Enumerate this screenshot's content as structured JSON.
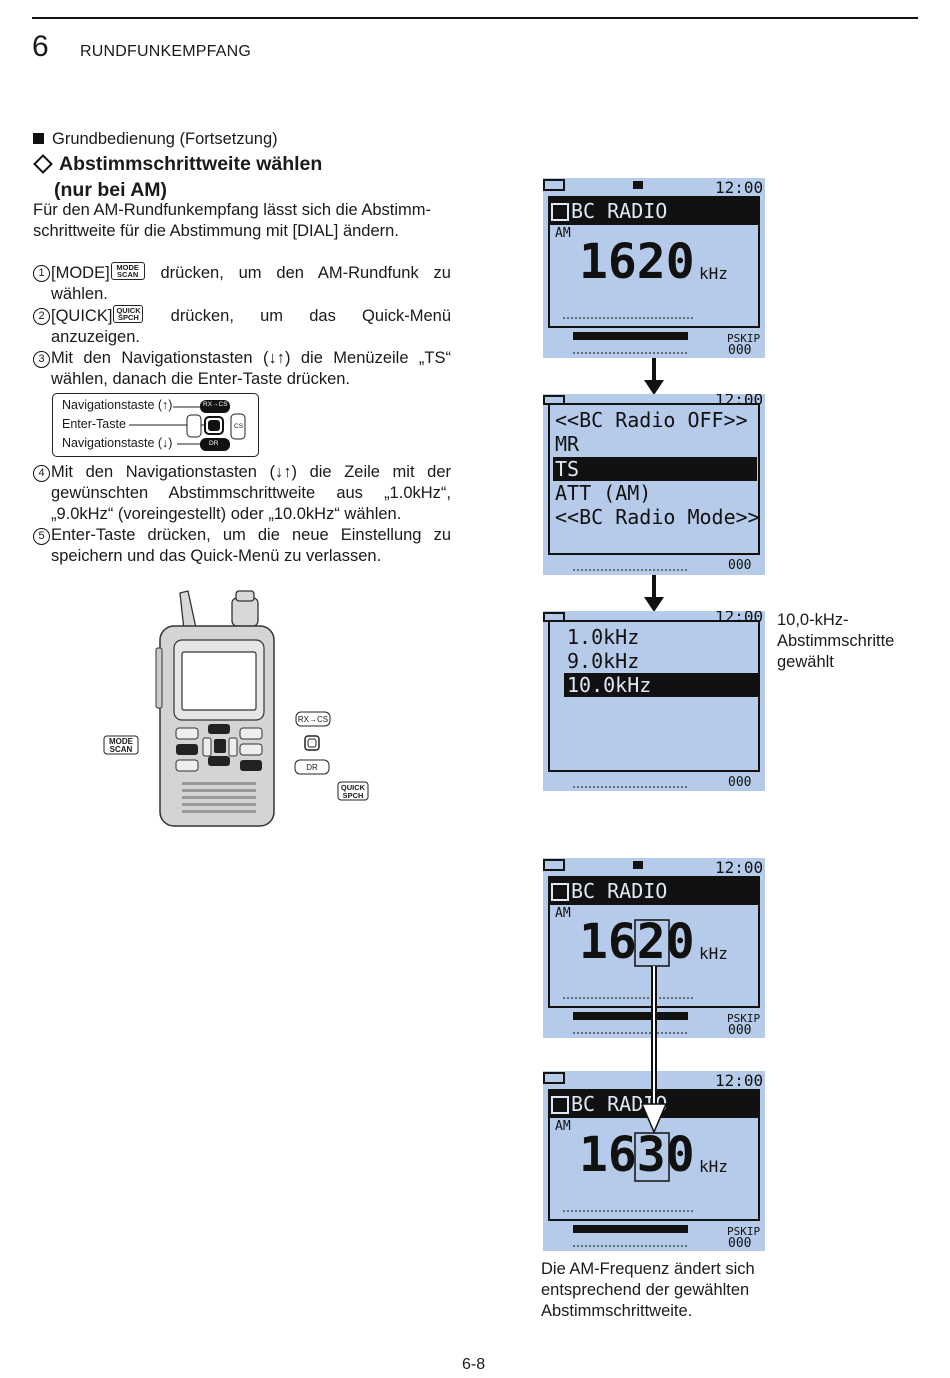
{
  "header": {
    "chapter_number": "6",
    "chapter_title": "RUNDFUNKEMPFANG"
  },
  "section": {
    "subtitle": "Grundbedienung (Fortsetzung)",
    "heading_line1": "Abstimmschrittweite wählen",
    "heading_line2": "(nur bei AM)",
    "intro": "Für den AM-Rundfunkempfang lässt sich die Abstimm­schrittweite für die Abstimmung mit [DIAL] ändern."
  },
  "steps": [
    {
      "num": "1",
      "pre": "[MODE]",
      "key": "MODE SCAN",
      "text": " drücken, um den AM-Rundfunk zu wählen."
    },
    {
      "num": "2",
      "pre": "[QUICK]",
      "key": "QUICK SPCH",
      "text": " drücken, um das Quick-Menü anzuzeigen."
    },
    {
      "num": "3",
      "text": "Mit den Navigationstasten (↓↑) die Menüzeile „TS“ wählen, danach die Enter-Taste drücken."
    },
    {
      "num": "4",
      "text": "Mit den Navigationstasten (↓↑) die Zeile mit der gewünschten Abstimmschrittweite aus „1.0kHz“, „9.0kHz“ (voreingestellt) oder „10.0kHz“ wählen."
    },
    {
      "num": "5",
      "text": "Enter-Taste drücken, um die neue Einstellung zu speichern und das Quick-Menü zu verlassen."
    }
  ],
  "nav_box": {
    "up": "Navigationstaste (↑)",
    "enter": "Enter-Taste",
    "down": "Navigationstaste (↓)",
    "btn_rxcs": "RX→CS",
    "btn_cs": "CS",
    "btn_dr": "DR"
  },
  "radio_figure": {
    "mode_key": "MODE SCAN",
    "rxcs_key": "RX→CS",
    "dr_key": "DR",
    "quick_key": "QUICK SPCH"
  },
  "lcd1": {
    "clock": "12:00",
    "title": "BC RADIO",
    "mode": "AM",
    "freq": "1620",
    "unit": "kHz",
    "pskip": "PSKIP",
    "ch": "000"
  },
  "lcd2": {
    "clock": "12:00",
    "items": [
      "<<BC Radio OFF>>",
      "MR",
      "TS",
      "ATT (AM)",
      "<<BC Radio Mode>>"
    ],
    "selected": "TS",
    "ch": "000"
  },
  "lcd3": {
    "clock": "12:00",
    "items": [
      "1.0kHz",
      "9.0kHz",
      "10.0kHz"
    ],
    "selected": "10.0kHz",
    "ch": "000"
  },
  "lcd3_caption": [
    "10,0-kHz-",
    "Abstimmschritte",
    "gewählt"
  ],
  "lcd4": {
    "clock": "12:00",
    "title": "BC RADIO",
    "mode": "AM",
    "freq_a": "16",
    "freq_b": "2",
    "freq_c": "0",
    "unit": "kHz",
    "pskip": "PSKIP",
    "ch": "000"
  },
  "lcd5": {
    "clock": "12:00",
    "title": "BC RADIO",
    "mode": "AM",
    "freq_a": "16",
    "freq_b": "3",
    "freq_c": "0",
    "unit": "kHz",
    "pskip": "PSKIP",
    "ch": "000"
  },
  "bottom_caption": [
    "Die AM-Frequenz ändert sich",
    "entsprechend der gewählten",
    "Abstimmschrittweite."
  ],
  "footer": {
    "page": "6-8"
  }
}
